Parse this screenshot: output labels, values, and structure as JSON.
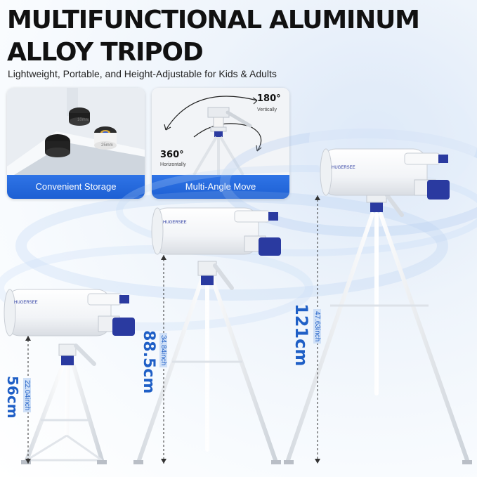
{
  "header": {
    "title": "MULTIFUNCTIONAL ALUMINUM ALLOY TRIPOD",
    "subtitle": "Lightweight, Portable, and Height-Adjustable for Kids & Adults"
  },
  "features": [
    {
      "caption": "Convenient Storage",
      "eyepiece_labels": [
        "10mm",
        "25mm"
      ]
    },
    {
      "caption": "Multi-Angle Move",
      "vertical_angle": "180°",
      "vertical_label": "Vertically",
      "horizontal_angle": "360°",
      "horizontal_label": "Horizontally"
    }
  ],
  "heights": [
    {
      "cm": "56cm",
      "inch": "22.04inch"
    },
    {
      "cm": "88.5cm",
      "inch": "34.84inch"
    },
    {
      "cm": "121cm",
      "inch": "47.63inch"
    }
  ],
  "brand": "HUGERSEE",
  "colors": {
    "accent_blue": "#1f5fc6",
    "caption_blue": "#2468db",
    "navy": "#23306d",
    "tube_white": "#ffffff"
  }
}
